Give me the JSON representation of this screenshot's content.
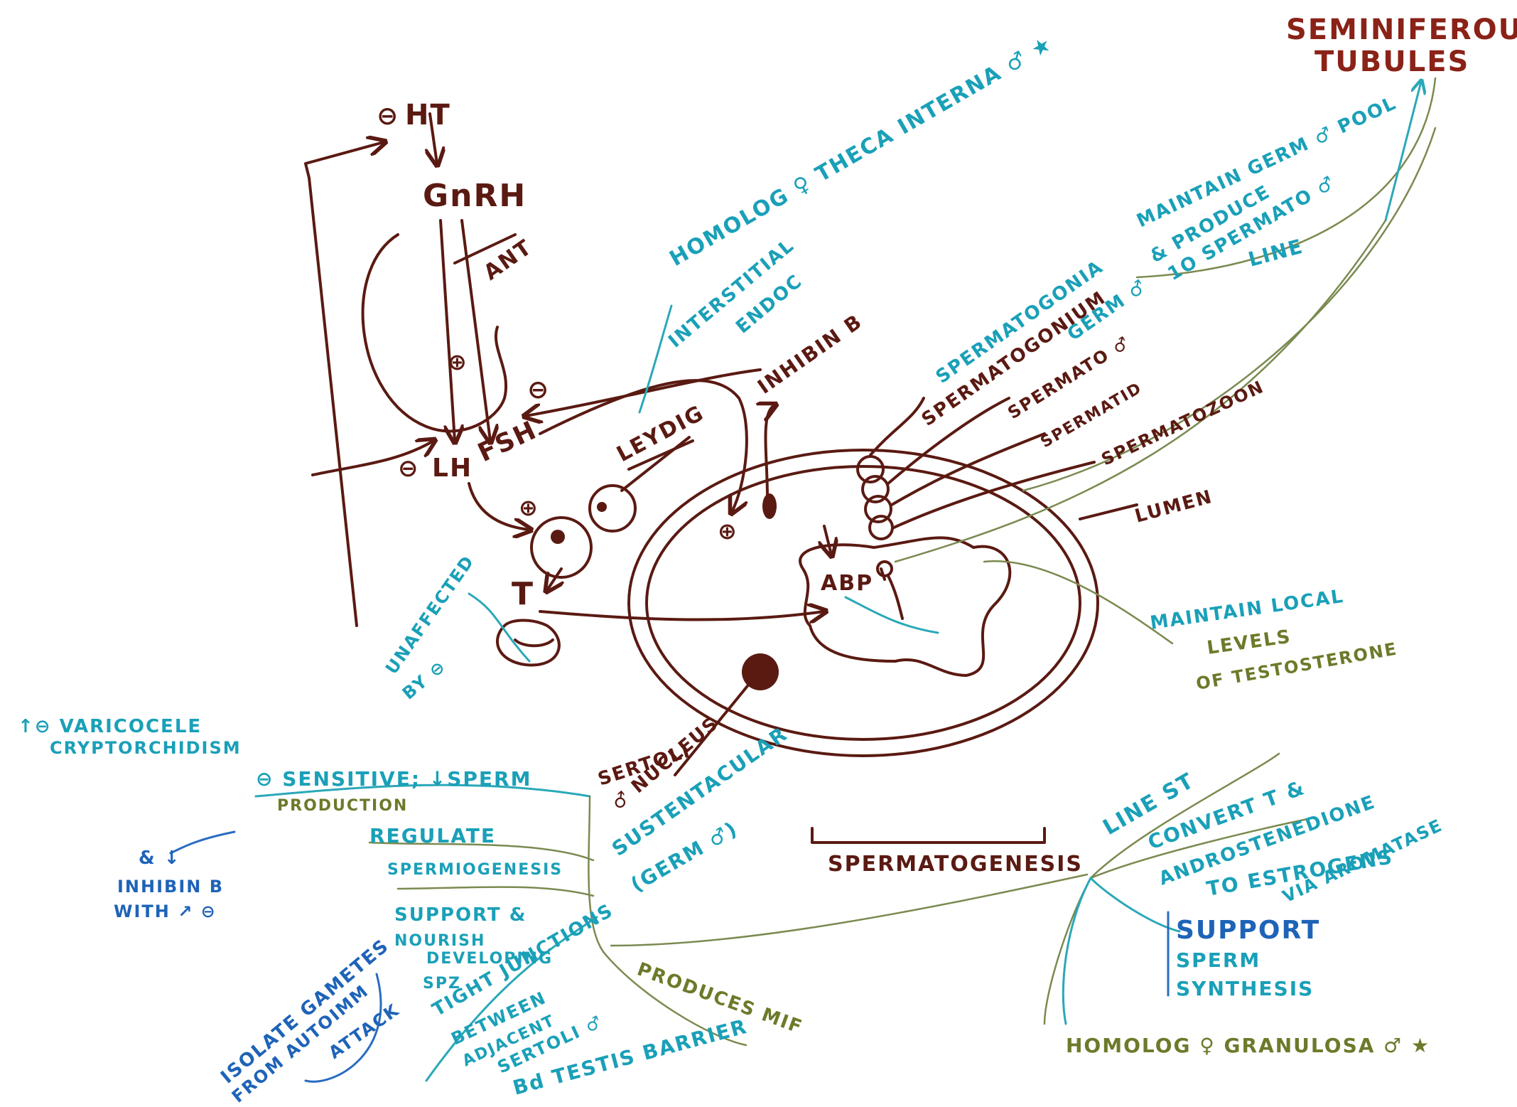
{
  "colors": {
    "brown": "#5a1a12",
    "teal": "#1aa0b8",
    "blue": "#1e63b8",
    "olive": "#6c7a2a",
    "background": "#ffffff"
  },
  "axis": {
    "ht": "HT",
    "minus_sign": "⊖",
    "plus_sign": "⊕",
    "gnrh": "GnRH",
    "ant": "ANT",
    "lh": "LH",
    "fsh": "FSH",
    "inhibin_b": "INHIBIN B",
    "t": "T",
    "leydig": "LEYDIG",
    "abp": "ABP"
  },
  "titles": {
    "seminiferous": "SEMINIFEROUS",
    "tubules": "TUBULES",
    "spermatogenesis": "SPERMATOGENESIS"
  },
  "leydig_notes": {
    "homolog_theca": "HOMOLOG ♀ THECA INTERNA ♂ ★",
    "interstitial": "INTERSTITIAL",
    "endoc": "ENDOC"
  },
  "germ_notes": {
    "maintain_germ_pool": "MAINTAIN GERM ♂ POOL",
    "produce": "& PRODUCE",
    "spermatoc_1o": "1O SPERMATO ♂",
    "line": "LINE",
    "spermatogonia": "SPERMATOGONIA",
    "germ": "GERM ♂",
    "spermatogonium": "SPERMATOGONIUM",
    "spermatoc": "SPERMATO ♂",
    "spermatid": "SPERMATID",
    "spermatozoon": "SPERMATOZOON",
    "lumen": "LUMEN"
  },
  "abp_notes": {
    "maintain_local": "MAINTAIN LOCAL",
    "levels": "LEVELS",
    "of_testosterone": "OF TESTOSTERONE"
  },
  "left_notes": {
    "unaffected": "UNAFFECTED",
    "by_heat": "BY ⊖",
    "varicocele": "↑⊖ VARICOCELE",
    "cryptorchidism": "CRYPTORCHIDISM"
  },
  "sertoli": {
    "title": "SERTOLI",
    "nucleus": "♂ NUCLEUS",
    "sustentacular": "SUSTENTACULAR",
    "sustentacular_2": "(GERM ♂)",
    "sensitive": "⊖ SENSITIVE; ↓SPERM",
    "production": "PRODUCTION",
    "inhibin_1": "& ↓",
    "inhibin_2": "INHIBIN B",
    "inhibin_3": "WITH ↗ ⊖",
    "regulate": "REGULATE",
    "spermiogenesis": "SPERMIOGENESIS",
    "support": "SUPPORT &",
    "nourish": "NOURISH",
    "developing": "DEVELOPING",
    "spz": "SPZ",
    "tight_junctions": "TIGHT JUNCTIONS",
    "between": "BETWEEN",
    "adjacent": "ADJACENT",
    "sertoli_cells": "SERTOLI ♂",
    "btb": "Bd TESTIS BARRIER",
    "produces_mif": "PRODUCES MIF",
    "isolate": "ISOLATE GAMETES",
    "from_autoimm": "FROM AUTOIMM",
    "attack": "ATTACK"
  },
  "granulosa": {
    "line_st": "LINE ST",
    "convert": "CONVERT T &",
    "androstenedione": "ANDROSTENEDIONE",
    "to_estrogens": "TO ESTROGENS",
    "via_aromatase": "VIA AROMATASE",
    "support": "SUPPORT",
    "sperm": "SPERM",
    "synthesis": "SYNTHESIS",
    "homolog_granulosa": "HOMOLOG ♀ GRANULOSA ♂ ★"
  }
}
